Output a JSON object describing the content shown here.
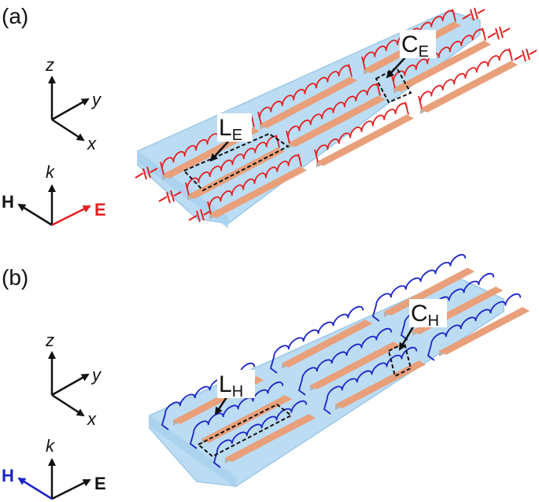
{
  "panel_a": {
    "label": "(a)",
    "axes": {
      "z": "z",
      "y": "y",
      "x": "x"
    },
    "wave": {
      "k": "k",
      "H": "H",
      "E": "E"
    },
    "inductor_label": {
      "main": "L",
      "sub": "E"
    },
    "capacitor_label": {
      "main": "C",
      "sub": "E"
    }
  },
  "panel_b": {
    "label": "(b)",
    "axes": {
      "z": "z",
      "y": "y",
      "x": "x"
    },
    "wave": {
      "k": "k",
      "H": "H",
      "E": "E"
    },
    "inductor_label": {
      "main": "L",
      "sub": "H"
    },
    "capacitor_label": {
      "main": "C",
      "sub": "H"
    }
  },
  "colors": {
    "substrate": "#bcdcf3",
    "substrate_edge": "#9cc8e8",
    "strip_top": "#e9a07a",
    "strip_side": "#b9b2ad",
    "electric_circuit": "#e32020",
    "magnetic_circuit": "#1c24c8",
    "axis": "#111111",
    "box": "#111111"
  }
}
